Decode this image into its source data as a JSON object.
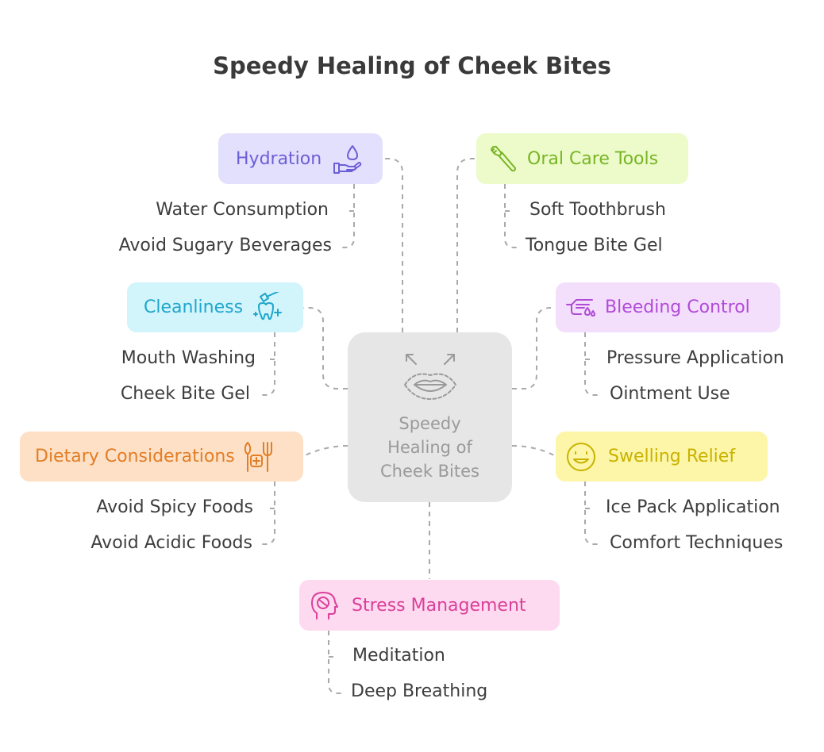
{
  "title": "Speedy Healing of Cheek Bites",
  "center": {
    "label": "Speedy\nHealing of\nCheek Bites",
    "icon": "mouth-icon"
  },
  "branches": [
    {
      "id": "hydration",
      "label": "Hydration",
      "icon": "water-hand-icon",
      "color": "#6b5fd6",
      "bg": "#e3e0fd",
      "leaves": [
        "Water Consumption",
        "Avoid Sugary Beverages"
      ]
    },
    {
      "id": "oral-care-tools",
      "label": "Oral Care Tools",
      "icon": "toothbrush-icon",
      "color": "#78b526",
      "bg": "#ecfbc9",
      "leaves": [
        "Soft Toothbrush",
        "Tongue Bite Gel"
      ]
    },
    {
      "id": "cleanliness",
      "label": "Cleanliness",
      "icon": "tooth-brush-sparkle-icon",
      "color": "#1fa6cc",
      "bg": "#d2f4fb",
      "leaves": [
        "Mouth Washing",
        "Cheek Bite Gel"
      ]
    },
    {
      "id": "bleeding-control",
      "label": "Bleeding Control",
      "icon": "hand-drops-icon",
      "color": "#b14ad8",
      "bg": "#f3dffb",
      "leaves": [
        "Pressure Application",
        "Ointment Use"
      ]
    },
    {
      "id": "dietary-considerations",
      "label": "Dietary Considerations",
      "icon": "utensils-health-icon",
      "color": "#e27e25",
      "bg": "#fde0c6",
      "leaves": [
        "Avoid Spicy Foods",
        "Avoid Acidic Foods"
      ]
    },
    {
      "id": "swelling-relief",
      "label": "Swelling Relief",
      "icon": "smiley-face-icon",
      "color": "#c9b200",
      "bg": "#fdf6a8",
      "leaves": [
        "Ice Pack Application",
        "Comfort Techniques"
      ]
    },
    {
      "id": "stress-management",
      "label": "Stress Management",
      "icon": "head-mind-icon",
      "color": "#dc3f99",
      "bg": "#fddaf0",
      "leaves": [
        "Meditation",
        "Deep Breathing"
      ]
    }
  ]
}
